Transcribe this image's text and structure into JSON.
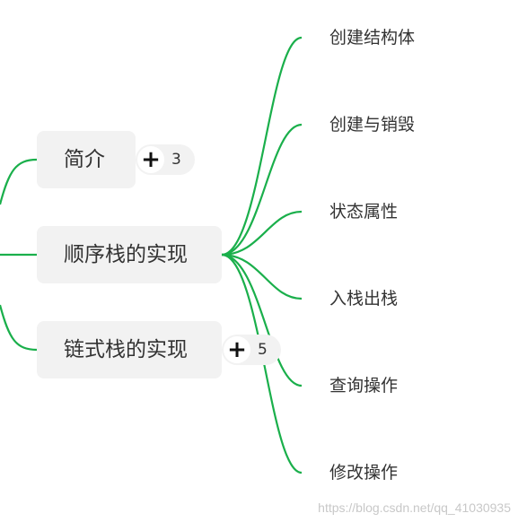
{
  "mindmap": {
    "nodes": [
      {
        "id": "intro",
        "label": "简介",
        "collapsed_count": "3"
      },
      {
        "id": "seq",
        "label": "顺序栈的实现"
      },
      {
        "id": "linked",
        "label": "链式栈的实现",
        "collapsed_count": "5"
      }
    ],
    "children": [
      "创建结构体",
      "创建与销毁",
      "状态属性",
      "入栈出栈",
      "查询操作",
      "修改操作"
    ],
    "line_color": "#1aaf4b",
    "node_background": "#f2f2f2"
  },
  "watermark": "https://blog.csdn.net/qq_41030935"
}
